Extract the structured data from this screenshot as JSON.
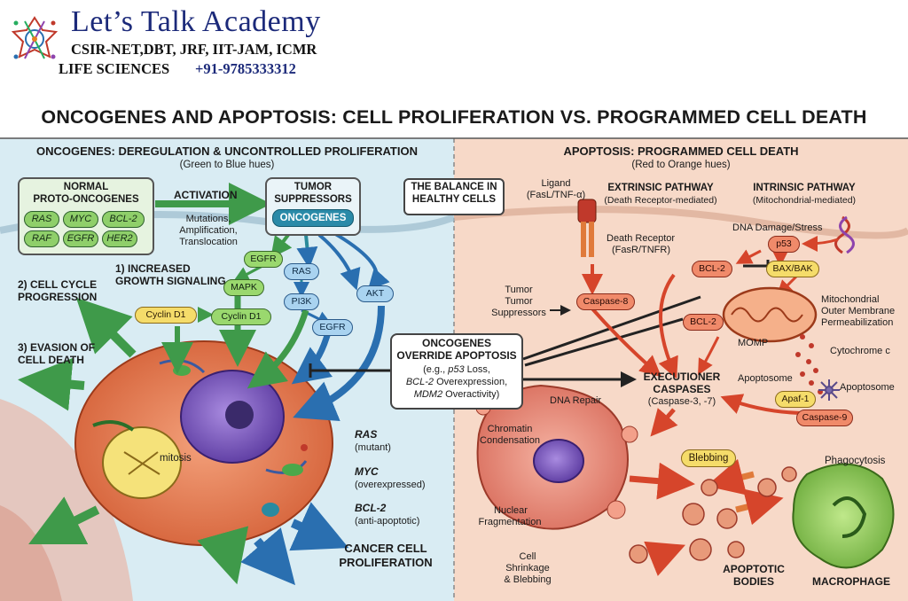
{
  "header": {
    "academy_name": "Let’s Talk Academy",
    "exams": "CSIR-NET,DBT, JRF, IIT-JAM, ICMR",
    "subject": "LIFE SCIENCES",
    "phone": "+91-9785333312"
  },
  "title": "ONCOGENES AND APOPTOSIS: CELL PROLIFERATION VS. PROGRAMMED CELL DEATH",
  "left_panel": {
    "heading": "ONCOGENES: DEREGULATION & UNCONTROLLED PROLIFERATION",
    "subheading": "(Green to Blue hues)",
    "normal_box_title_1": "NORMAL",
    "normal_box_title_2": "PROTO-ONCOGENES",
    "genes": [
      "RAS",
      "MYC",
      "BCL-2",
      "RAF",
      "EGFR",
      "HER2"
    ],
    "activation_label": "ACTIVATION",
    "activation_detail_1": "Mutations,",
    "activation_detail_2": "Amplification,",
    "activation_detail_3": "Translocation",
    "tumor_suppressors_1": "TUMOR",
    "tumor_suppressors_2": "SUPPRESSORS",
    "oncogenes_badge": "ONCOGENES",
    "growth_signaling_1": "1) INCREASED",
    "growth_signaling_2": "GROWTH SIGNALING",
    "cell_cycle_1": "2) CELL CYCLE",
    "cell_cycle_2": "PROGRESSION",
    "evasion_1": "3) EVASION OF",
    "evasion_2": "CELL DEATH",
    "nodes": {
      "egfr": "EGFR",
      "mapk": "MAPK",
      "ras": "RAS",
      "pi3k": "PI3K",
      "akt": "AKT",
      "egfr2": "EGFR",
      "cyclin1": "Cyclin D1",
      "cyclin2": "Cyclin D1"
    },
    "mitosis": "mitosis",
    "legend": [
      {
        "name": "RAS",
        "detail": "(mutant)"
      },
      {
        "name": "MYC",
        "detail": "(overexpressed)"
      },
      {
        "name": "BCL-2",
        "detail": "(anti-apoptotic)"
      }
    ],
    "cancer_label_1": "CANCER CELL",
    "cancer_label_2": "PROLIFERATION"
  },
  "center": {
    "balance_1": "THE BALANCE IN",
    "balance_2": "HEALTHY CELLS",
    "override_1": "ONCOGENES",
    "override_2": "OVERRIDE APOPTOSIS",
    "override_3_pre": "(e.g., ",
    "override_3_it": "p53",
    "override_3_post": " Loss,",
    "override_4_it": "BCL-2",
    "override_4_post": " Overexpression,",
    "override_5_it": "MDM2",
    "override_5_post": " Overactivity)"
  },
  "right_panel": {
    "heading": "APOPTOSIS: PROGRAMMED CELL DEATH",
    "subheading": "(Red to Orange hues)",
    "ligand_1": "Ligand",
    "ligand_2": "(FasL/TNF-α)",
    "extrinsic_1": "EXTRINSIC PATHWAY",
    "extrinsic_2": "(Death Receptor-mediated)",
    "intrinsic_1": "INTRINSIC PATHWAY",
    "intrinsic_2": "(Mitochondrial-mediated)",
    "death_receptor_1": "Death Receptor",
    "death_receptor_2": "(FasR/TNFR)",
    "dna_damage": "DNA Damage/Stress",
    "p53": "p53",
    "bcl2_a": "BCL-2",
    "bcl2_b": "BCL-2",
    "baxbak": "BAX/BAK",
    "tumor_supp_1": "Tumor",
    "tumor_supp_2": "Tumor",
    "tumor_supp_3": "Suppressors",
    "caspase8": "Caspase-8",
    "momp_1": "Mitochondrial",
    "momp_2": "Outer Membrane",
    "momp_3": "Permeabilization",
    "momp": "MOMP",
    "cytochrome": "Cytochrome c",
    "apoptosome_a": "Apoptosome",
    "apoptosome_b": "Apoptosome",
    "apaf1": "Apaf-1",
    "caspase9": "Caspase-9",
    "executioner_1": "EXECUTIONER",
    "executioner_2": "CASPASES",
    "executioner_3": "(Caspase-3, -7)",
    "dna_repair": "DNA Repair",
    "chromatin_1": "Chromatin",
    "chromatin_2": "Condensation",
    "nuclear_1": "Nuclear",
    "nuclear_2": "Fragmentation",
    "shrinkage_1": "Cell",
    "shrinkage_2": "Shrinkage",
    "shrinkage_3": "& Blebbing",
    "blebbing": "Blebbing",
    "phagocytosis": "Phagocytosis",
    "bodies_1": "APOPTOTIC",
    "bodies_2": "BODIES",
    "macrophage": "MACROPHAGE"
  },
  "colors": {
    "left_bg": "#d9ecf3",
    "right_bg": "#f7d9c8",
    "green_arrow": "#3f9a4a",
    "blue_arrow": "#2a6fb0",
    "red_arrow": "#d6452b",
    "title_blue": "#1c2a7a"
  }
}
